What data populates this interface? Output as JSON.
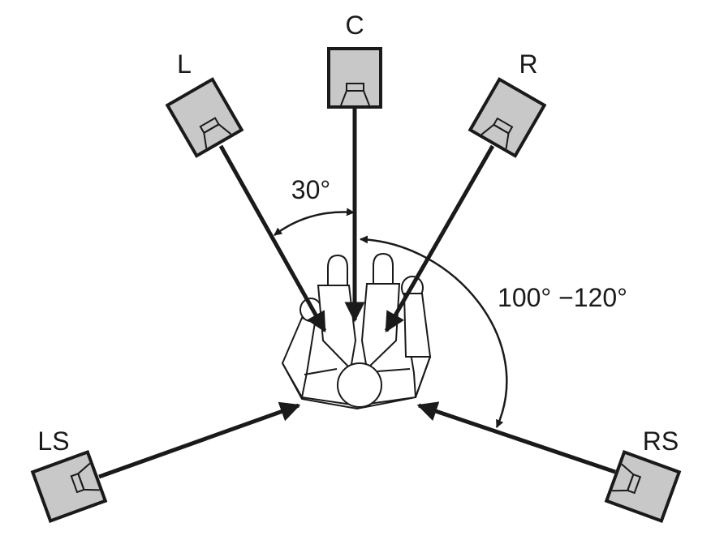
{
  "speakers": {
    "left": "L",
    "center": "C",
    "right": "R",
    "left_surround": "LS",
    "right_surround": "RS"
  },
  "angles": {
    "front": "30°",
    "surround": "100° −120°"
  },
  "colors": {
    "speaker_fill": "#c8c8c8",
    "line": "#1a1a1a",
    "background": "#ffffff"
  }
}
